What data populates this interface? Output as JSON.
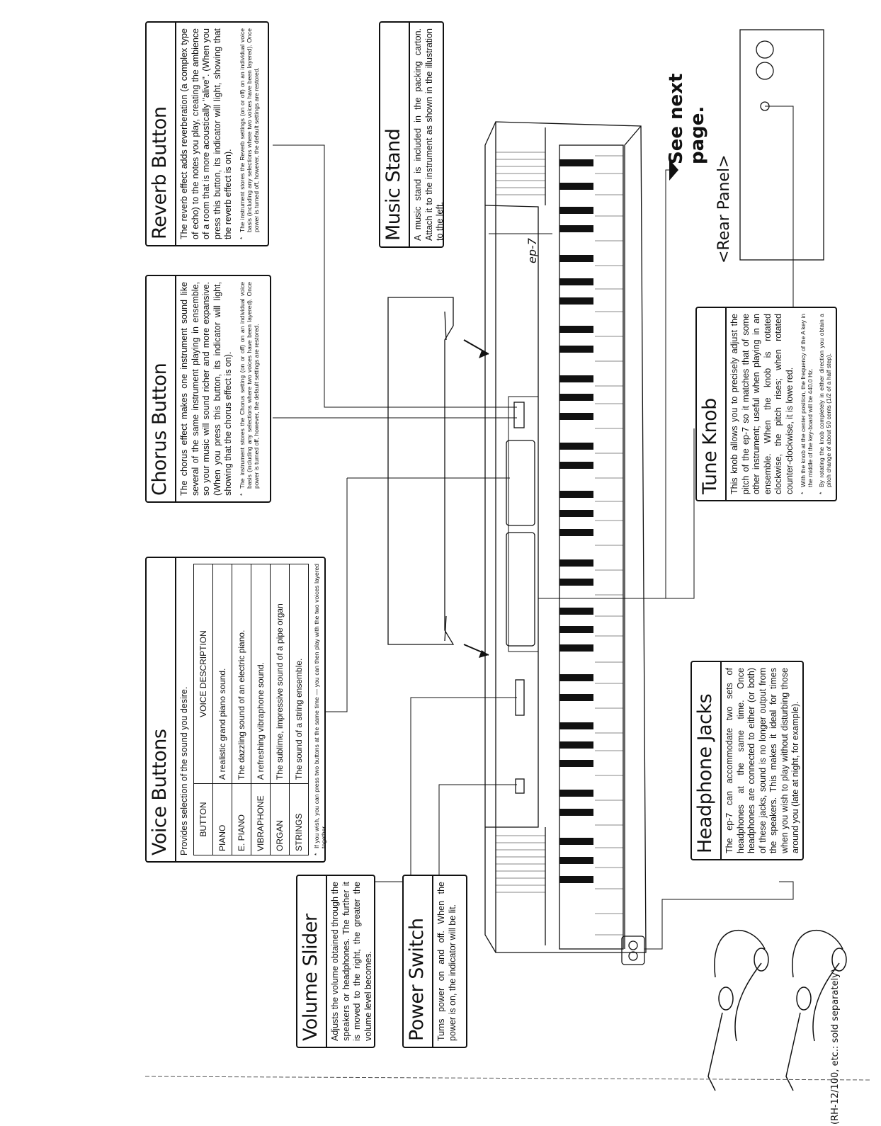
{
  "reverb": {
    "title": "Reverb Button",
    "body": "The reverb effect adds reverberation (a complex type of echo) to the notes you play, creating the ambience of a room that is more acoustically \"alive\". (When you press this button, its indicator will light, showing that the reverb effect is on).",
    "note": "The instrument stores the Reverb settings (on or off) on an individual voice basis (including any selections where two voices have been layered). Once power is turned off, however, the default settings are restored."
  },
  "chorus": {
    "title": "Chorus Button",
    "body": "The chorus effect makes one instrument sound like several of the same instrument playing in ensemble, so your music will sound richer and more expansive. (When you press this button, its indicator will light, showing that the chorus effect is on).",
    "note": "The instrument stores the Chorus setting (on or off) on an individual voice basis (including any selections where two voices have been layered). Once power is turned off, however, the default settings are restored."
  },
  "voice": {
    "title": "Voice Buttons",
    "intro": "Provides selection of the sound you desire.",
    "col_button": "BUTTON",
    "col_desc": "VOICE DESCRIPTION",
    "rows": [
      {
        "button": "PIANO",
        "desc": "A realistic grand piano sound."
      },
      {
        "button": "E. PIANO",
        "desc": "The dazzling sound of an electric piano."
      },
      {
        "button": "VIBRAPHONE",
        "desc": "A refreshing vibraphone sound."
      },
      {
        "button": "ORGAN",
        "desc": "The sublime, impressive sound of a pipe organ"
      },
      {
        "button": "STRINGS",
        "desc": "The sound of a string ensemble."
      }
    ],
    "note": "If you wish, you can press two buttons at the same time — you can then play with the two voices layered together."
  },
  "volume": {
    "title": "Volume Slider",
    "body": "Adjusts the volume obtained through the speakers or headphones. The further it is moved to the right, the greater the volume level becomes."
  },
  "power": {
    "title": "Power Switch",
    "body": "Turns power on and off. When the power is on, the indicator will be lit."
  },
  "music_stand": {
    "title": "Music Stand",
    "body": "A music stand is included in the packing carton. Attach it to the instrument as shown in the illustration to the left."
  },
  "tune": {
    "title": "Tune Knob",
    "body": "This knob allows you to precisely adjust the pitch of the ep-7 so it matches that of some other instrument; useful when playing in an ensemble. When the knob is rotated clockwise, the pitch rises; when rotated counter-clockwise, it is lowe red.",
    "note1": "With the knob at the center position, the frequency of the A key in the middle of the key-board will be 440.0 Hz.",
    "note2": "By rotating the knob completely in either direction you obtain a pitch change of about 50 cents (1/2 of a half step)."
  },
  "headphone": {
    "title": "Headphone Jacks",
    "body": "The ep-7 can accommodate two sets of headphones at the same time. Once headphones are connected to either (or both) of these jacks, sound is no longer output from the speakers. This makes it ideal for times when you wish to play without disturbing those around you (late at night, for example)."
  },
  "rear_panel": "<Rear Panel>",
  "see_next": "See next page.",
  "model_label": "ep-7",
  "headphones_caption": "(RH-12/100, etc.: sold separately)"
}
